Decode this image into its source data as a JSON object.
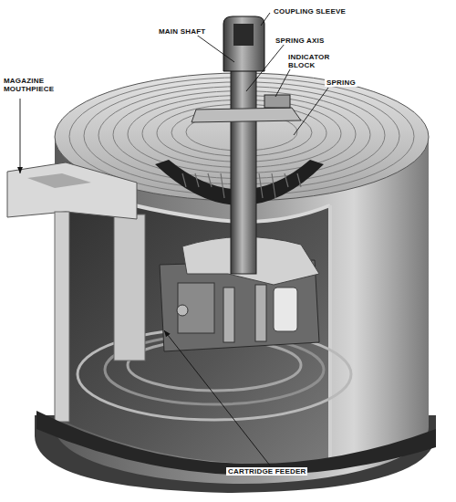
{
  "diagram": {
    "labels": [
      "COUPLING SLEEVE",
      "MAIN SHAFT",
      "SPRING AXIS",
      "INDICATOR BLOCK",
      "SPRING",
      "MAGAZINE MOUTHPIECE",
      "CARTRIDGE FEEDER"
    ]
  }
}
